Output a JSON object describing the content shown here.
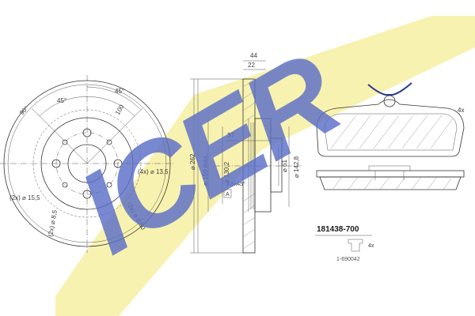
{
  "brand": {
    "logo_text": "ICER",
    "logo_color": "#5b6fc7",
    "band_color": "#f8f2b0"
  },
  "part": {
    "number": "181438-700",
    "pad_qty": "4x",
    "clip_qty": "4x",
    "clip_ref": "1-690042"
  },
  "disc_front": {
    "angle_90": "90°",
    "angle_45a": "45°",
    "angle_45b": "45°",
    "pcd": "100",
    "holes_a": "(4x) ⌀ 13,5",
    "holes_b": "(2x) ⌀ 15,5",
    "holes_c": "(2x) ⌀ 8,5",
    "holes_d": "(2x) ⌀ 8,50"
  },
  "disc_side": {
    "dim_top_a": "44",
    "dim_top_b": "22",
    "dim_37": "37",
    "dim_dia_outer": "⌀ 262",
    "dim_dia_max": "⌀ 150 máx.",
    "dim_dia_130": "⌀ 130,2",
    "dim_dia_61": "⌀ 61",
    "dim_dia_142": "⌀ 142,8",
    "chamfer": "2,5x45°",
    "datum": "A"
  }
}
